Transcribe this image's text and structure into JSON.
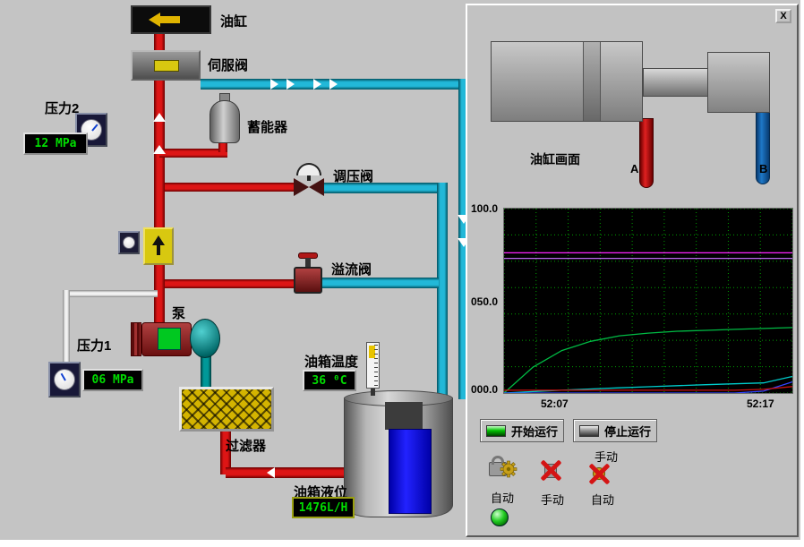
{
  "colors": {
    "pipe_red": "#dd1515",
    "pipe_cyan": "#22b8d8",
    "readout_green": "#00dd00",
    "led_green": "#00c000",
    "background": "#c4c4c4"
  },
  "schematic": {
    "labels": {
      "cylinder": "油缸",
      "servo": "伺服阀",
      "accumulator": "蓄能器",
      "regulator": "调压阀",
      "relief": "溢流阀",
      "pump": "泵",
      "filter": "过滤器",
      "tank_temp": "油箱温度",
      "tank_level": "油箱液位",
      "pressure1": "压力1",
      "pressure2": "压力2"
    },
    "readouts": {
      "pressure2": "12 MPa",
      "pressure1": "06 MPa",
      "tank_temp": "36 ⁰C",
      "tank_level": "1476L/H"
    }
  },
  "panel": {
    "close": "X",
    "cylinder_view": "油缸画面",
    "port_a": "A",
    "port_b": "B",
    "buttons": {
      "start": "开始运行",
      "stop": "停止运行"
    },
    "modes": {
      "auto": "自动",
      "manual": "手动",
      "toggle_top": "手动",
      "toggle_bottom": "自动"
    }
  },
  "chart_data": {
    "type": "line",
    "title": "",
    "xlabel": "",
    "ylabel": "",
    "ylim": [
      0,
      100
    ],
    "x_tick_labels": [
      "52:07",
      "52:17"
    ],
    "y_tick_labels": [
      "100.0",
      "050.0",
      "000.0"
    ],
    "grid": {
      "vlines": 9,
      "hlines": 7,
      "color": "#00a000",
      "on": true
    },
    "legend": "none",
    "series": [
      {
        "name": "setpoint-magenta",
        "color": "#ff22ff",
        "values": [
          76,
          76,
          76,
          76,
          76,
          76,
          76,
          76,
          76,
          76,
          76
        ]
      },
      {
        "name": "setpoint-violet",
        "color": "#bb66ee",
        "values": [
          73,
          73,
          73,
          73,
          73,
          73,
          73,
          73,
          73,
          73,
          73
        ]
      },
      {
        "name": "process-green",
        "color": "#00bb44",
        "values": [
          0,
          14,
          23,
          28,
          31,
          32.5,
          33.5,
          34,
          34.5,
          35,
          35.5
        ]
      },
      {
        "name": "flow-cyan",
        "color": "#00cccc",
        "values": [
          0,
          0.8,
          1.5,
          2.2,
          2.8,
          3.4,
          4,
          4.5,
          5,
          5.5,
          9
        ]
      },
      {
        "name": "aux-blue",
        "color": "#3344ff",
        "values": [
          0,
          0,
          0,
          0,
          0,
          0,
          0,
          0,
          0,
          1,
          6
        ]
      },
      {
        "name": "aux-red",
        "color": "#cc1111",
        "values": [
          1.5,
          1.5,
          1.5,
          1.5,
          1.5,
          1.5,
          1.5,
          1.5,
          1.5,
          2,
          3.5
        ]
      }
    ]
  }
}
